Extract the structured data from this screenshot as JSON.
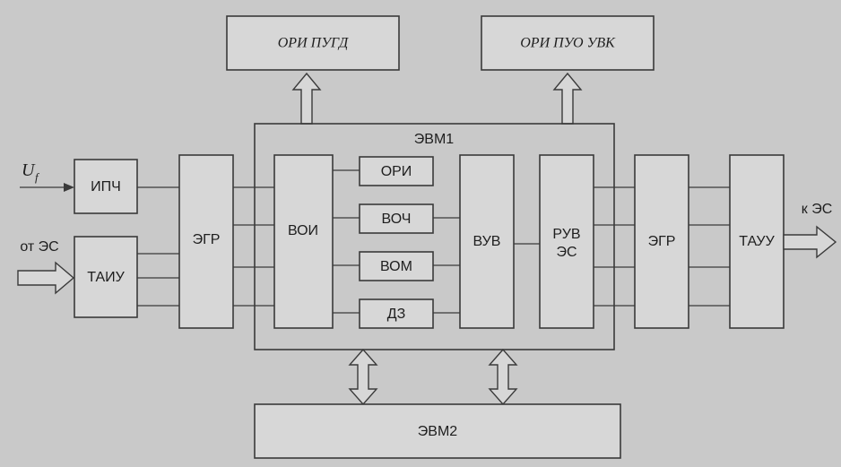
{
  "blocks": {
    "ori_pugd": "ОРИ ПУГД",
    "ori_puo_uvk": "ОРИ ПУО УВК",
    "evm1": "ЭВМ1",
    "evm2": "ЭВМ2",
    "ipch": "ИПЧ",
    "taiu": "ТАИУ",
    "egr_left": "ЭГР",
    "voi": "ВОИ",
    "ori": "ОРИ",
    "voch": "ВОЧ",
    "vom": "ВОМ",
    "dz": "ДЗ",
    "vuv": "ВУВ",
    "ruv_line1": "РУВ",
    "ruv_line2": "ЭС",
    "egr_right": "ЭГР",
    "tauu": "ТАУУ"
  },
  "labels": {
    "input_symbol": "U",
    "input_subscript": "f",
    "from_es": "от ЭС",
    "to_es": "к ЭС"
  }
}
